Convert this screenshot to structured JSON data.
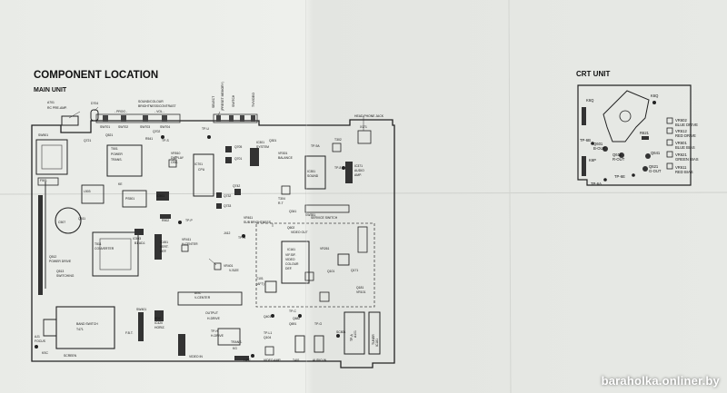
{
  "page": {
    "title": "COMPONENT  LOCATION",
    "main_unit_label": "MAIN UNIT",
    "crt_unit_label": "CRT UNIT",
    "watermark": "baraholka.onliner.by"
  },
  "main_labels": [
    {
      "text": "A701"
    },
    {
      "text": "RC PRE-AMP."
    },
    {
      "text": "D704"
    },
    {
      "text": "Q521"
    },
    {
      "text": "Q721"
    },
    {
      "text": "- PROG -"
    },
    {
      "text": "SOUND/COLOUR"
    },
    {
      "text": "BRIGHTNESS/CONTRAST"
    },
    {
      "text": "- VOL -"
    },
    {
      "text": "SW701"
    },
    {
      "text": "SW702"
    },
    {
      "text": "SW703"
    },
    {
      "text": "SW704"
    },
    {
      "text": "Q702"
    },
    {
      "text": "SELECT"
    },
    {
      "text": "(PRESET MEMORY)"
    },
    {
      "text": "SWITCH"
    },
    {
      "text": "TV/VIDEO"
    },
    {
      "text": "HEAD PHONE JACK"
    },
    {
      "text": "R541"
    },
    {
      "text": "TP-S"
    },
    {
      "text": "TP-U"
    },
    {
      "text": "SW501"
    },
    {
      "text": "T501"
    },
    {
      "text": "POWER"
    },
    {
      "text": "TRANS."
    },
    {
      "text": "VR510"
    },
    {
      "text": "DISPLAY"
    },
    {
      "text": "OSC."
    },
    {
      "text": "IC701"
    },
    {
      "text": "CPU"
    },
    {
      "text": "Q705"
    },
    {
      "text": "Q701"
    },
    {
      "text": "IC301"
    },
    {
      "text": "SYSTEM"
    },
    {
      "text": "Q301"
    },
    {
      "text": "VR301"
    },
    {
      "text": "BALANCE"
    },
    {
      "text": "TP-9A"
    },
    {
      "text": "IC351"
    },
    {
      "text": "SOUND"
    },
    {
      "text": "T302"
    },
    {
      "text": "X171"
    },
    {
      "text": "IC371"
    },
    {
      "text": "AUDIO"
    },
    {
      "text": "AMP."
    },
    {
      "text": "TP-8"
    },
    {
      "text": "F501"
    },
    {
      "text": "L503"
    },
    {
      "text": "IC501"
    },
    {
      "text": "PS501"
    },
    {
      "text": "KE"
    },
    {
      "text": "TP-P"
    },
    {
      "text": "R502"
    },
    {
      "text": "Q742"
    },
    {
      "text": "Q732"
    },
    {
      "text": "Q733"
    },
    {
      "text": "T304"
    },
    {
      "text": "R-T"
    },
    {
      "text": "Q341"
    },
    {
      "text": "SW351"
    },
    {
      "text": "SERVICE SWITCH"
    },
    {
      "text": "C507"
    },
    {
      "text": "Q511"
    },
    {
      "text": "IC503"
    },
    {
      "text": "B1 ADJ."
    },
    {
      "text": "VR611"
    },
    {
      "text": "SUB BRIGHTNESS"
    },
    {
      "text": "Q602"
    },
    {
      "text": "VIDEO OUT"
    },
    {
      "text": "Q512"
    },
    {
      "text": "POWER DRIVE"
    },
    {
      "text": "T511"
    },
    {
      "text": "CONVERTER"
    },
    {
      "text": "IC451"
    },
    {
      "text": "VERT."
    },
    {
      "text": "DEF."
    },
    {
      "text": "VR411"
    },
    {
      "text": "H-CENTER"
    },
    {
      "text": "J412"
    },
    {
      "text": "TP-N"
    },
    {
      "text": "IC161"
    },
    {
      "text": "VIF.SIF."
    },
    {
      "text": "VIDEO"
    },
    {
      "text": "COLOUR"
    },
    {
      "text": "DEF."
    },
    {
      "text": "VR261"
    },
    {
      "text": "Q513"
    },
    {
      "text": "SWITCHING"
    },
    {
      "text": "VR401"
    },
    {
      "text": "V-SIZE"
    },
    {
      "text": "T101"
    },
    {
      "text": "(AFT)"
    },
    {
      "text": "Q101"
    },
    {
      "text": "Q171"
    },
    {
      "text": "Q181"
    },
    {
      "text": "VR101"
    },
    {
      "text": "AGC"
    },
    {
      "text": "V-CENTER"
    },
    {
      "text": "SW401"
    },
    {
      "text": "KDY"
    },
    {
      "text": "IC420"
    },
    {
      "text": "HORIZ."
    },
    {
      "text": "OUTPUT"
    },
    {
      "text": "H-DRIVE"
    },
    {
      "text": "Q401"
    },
    {
      "text": "TP-C"
    },
    {
      "text": "Q691"
    },
    {
      "text": "Q682"
    },
    {
      "text": "TP-G"
    },
    {
      "text": "SC801"
    },
    {
      "text": "TP-A"
    },
    {
      "text": "A101"
    },
    {
      "text": "TUNER"
    },
    {
      "text": "IC181"
    },
    {
      "text": "BAND SWITCH"
    },
    {
      "text": "T471"
    },
    {
      "text": "F.B.T."
    },
    {
      "text": "AJ1"
    },
    {
      "text": "FOCUS"
    },
    {
      "text": "SCREEN"
    },
    {
      "text": "KSC"
    },
    {
      "text": "TP-H"
    },
    {
      "text": "H-DRIVE"
    },
    {
      "text": "TRANS."
    },
    {
      "text": "TP-L1"
    },
    {
      "text": "Q104"
    },
    {
      "text": "VIDEO AMP."
    },
    {
      "text": "T401"
    },
    {
      "text": "AUDIO IN"
    },
    {
      "text": "VIDEO IN"
    },
    {
      "text": "KG"
    },
    {
      "text": "L492"
    },
    {
      "text": "TP-L"
    }
  ],
  "crt_labels": [
    {
      "text": "K6Q"
    },
    {
      "text": "K6Q"
    },
    {
      "text": "TP-6B"
    },
    {
      "text": "Q601"
    },
    {
      "text": "B-OUT"
    },
    {
      "text": "R621"
    },
    {
      "text": "VR602"
    },
    {
      "text": "BLUE DRIVE"
    },
    {
      "text": "VR612"
    },
    {
      "text": "RED DRIVE"
    },
    {
      "text": "VR601"
    },
    {
      "text": "BLUE BIAS"
    },
    {
      "text": "VR621"
    },
    {
      "text": "GREEN BIAS"
    },
    {
      "text": "VR611"
    },
    {
      "text": "RED BIAS"
    },
    {
      "text": "K6P"
    },
    {
      "text": "Q611"
    },
    {
      "text": "R-OUT"
    },
    {
      "text": "Q641"
    },
    {
      "text": "Q621"
    },
    {
      "text": "G-OUT"
    },
    {
      "text": "TP-6A"
    },
    {
      "text": "TP-6E"
    }
  ]
}
